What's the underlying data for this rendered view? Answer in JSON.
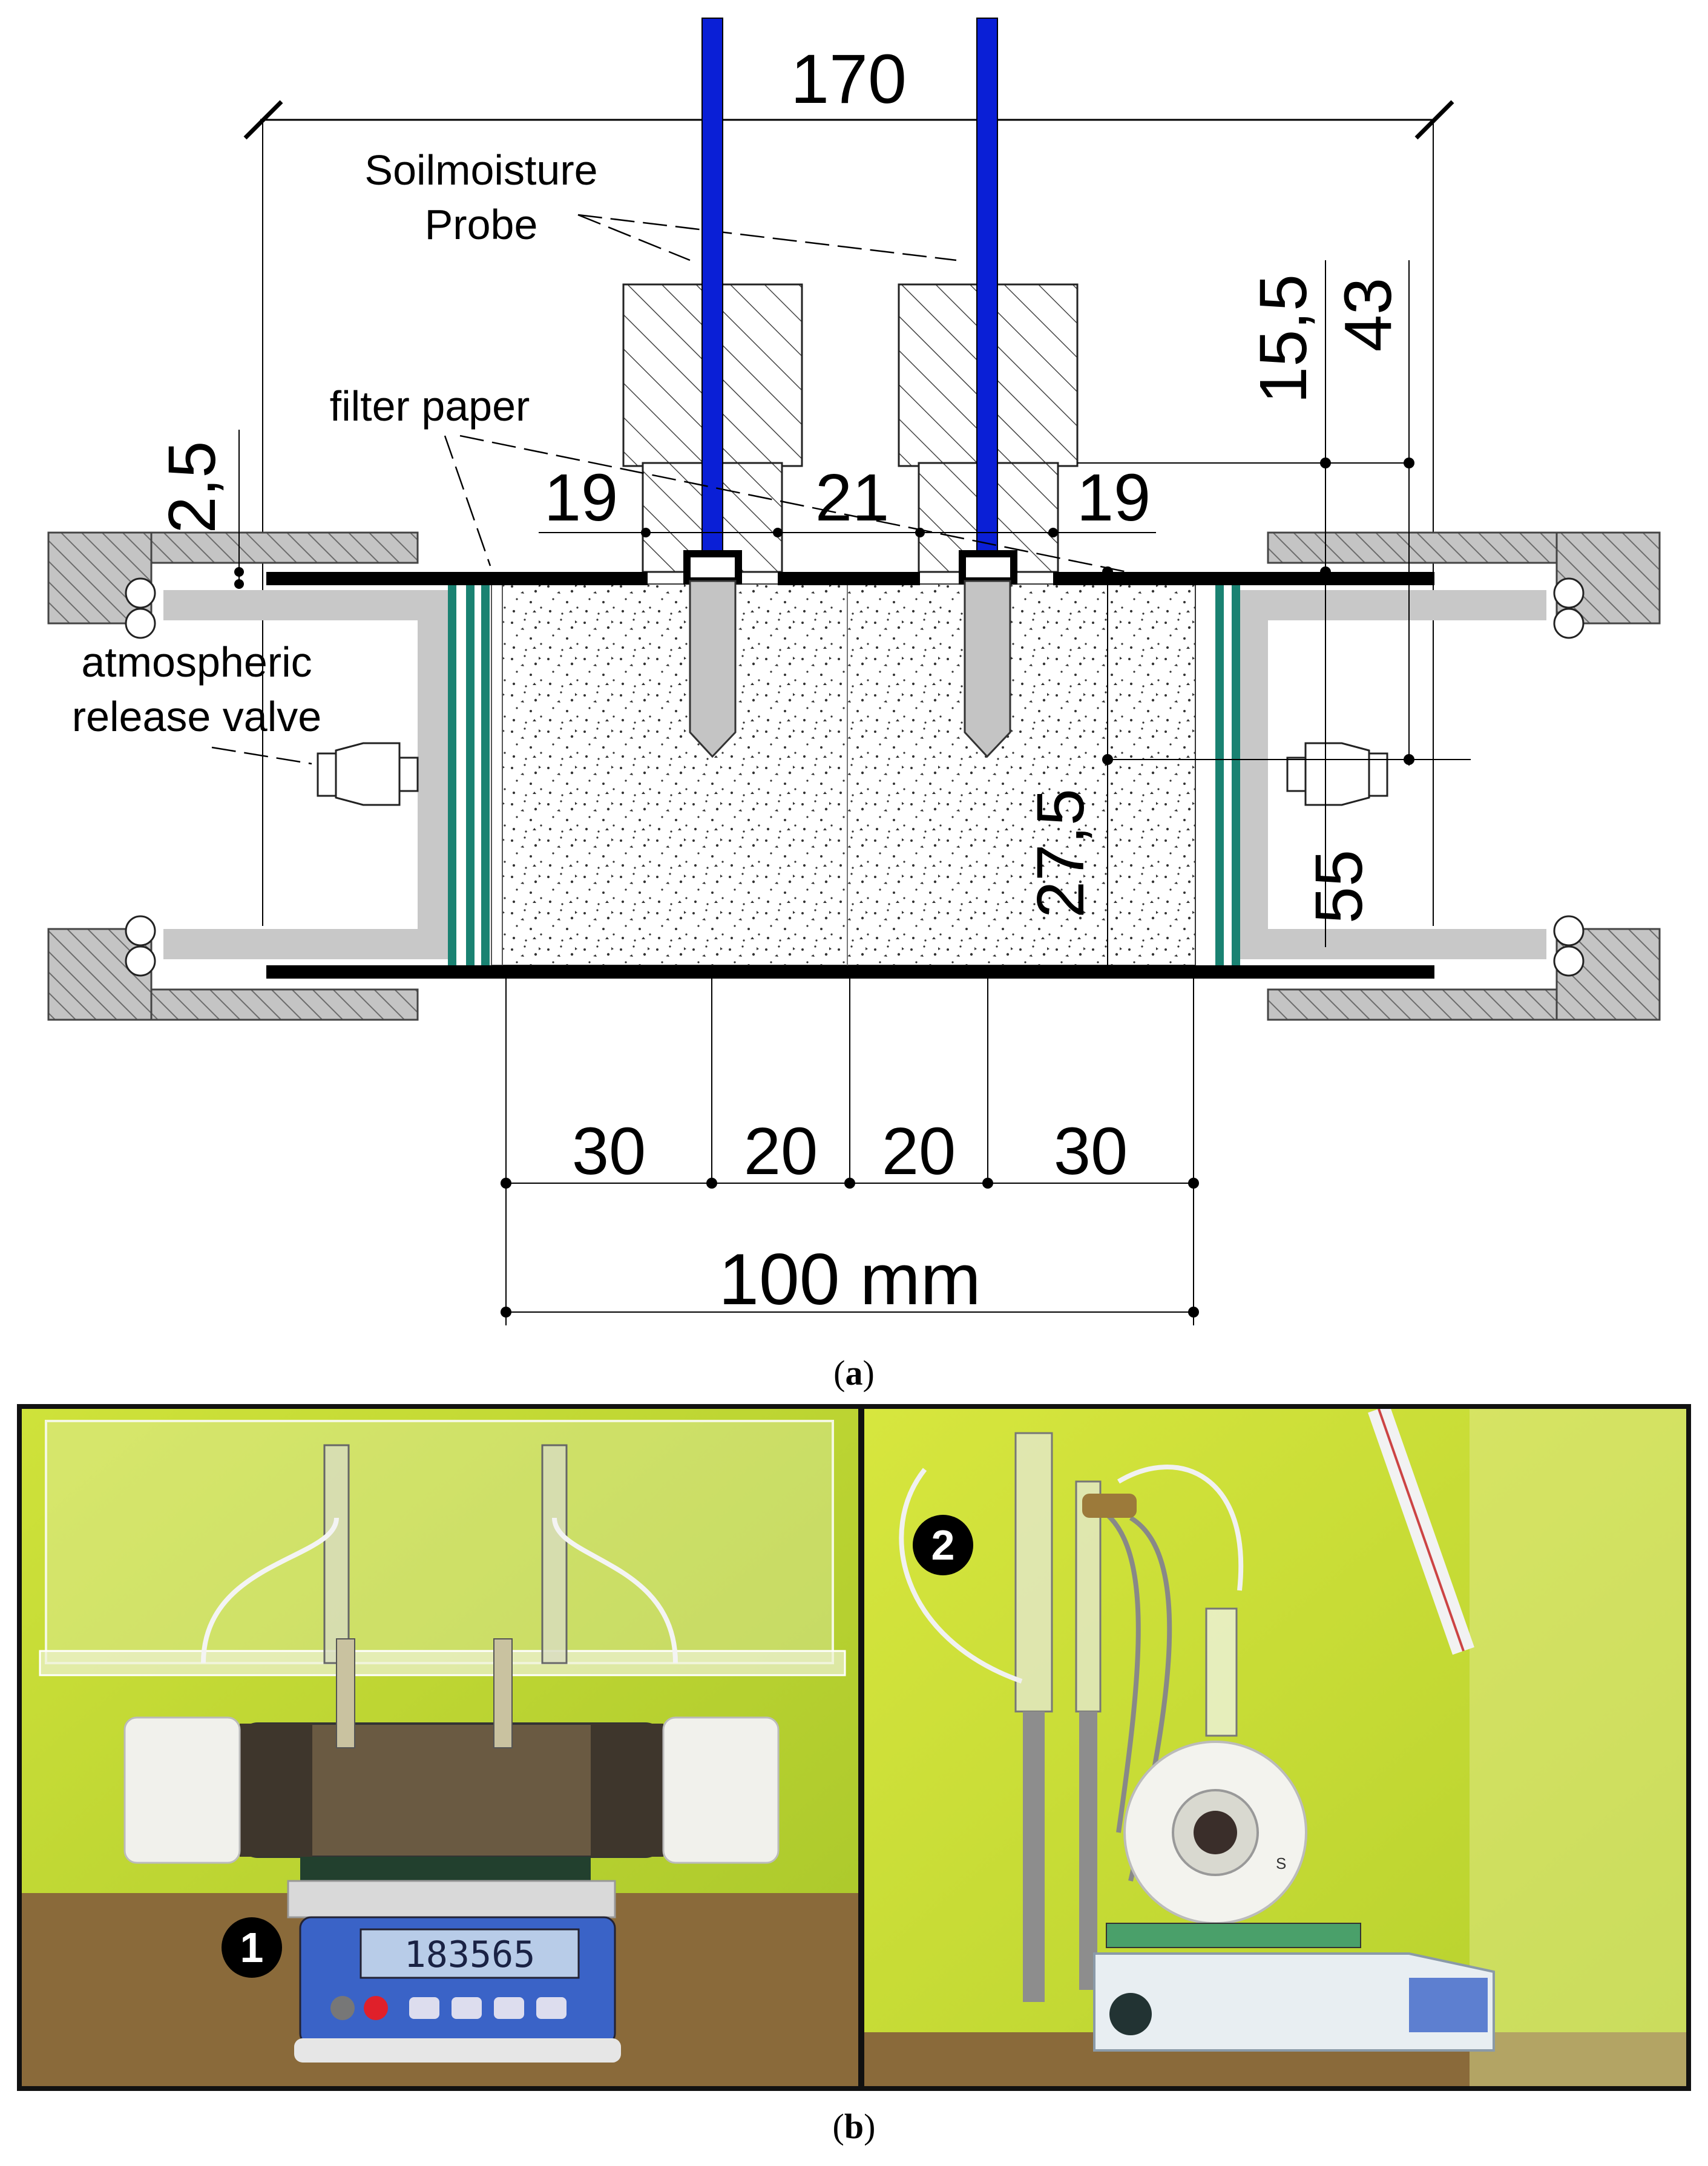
{
  "diagram": {
    "top_dimension": "170",
    "probe_label_line1": "Soilmoisture",
    "probe_label_line2": "Probe",
    "filter_label": "filter paper",
    "valve_label_line1": "atmospheric",
    "valve_label_line2": "release valve",
    "dim_left_gap": "2,5",
    "dim_probe_left": "19",
    "dim_probe_mid": "21",
    "dim_probe_right": "19",
    "dim_vert_top": "15,5",
    "dim_vert_full": "43",
    "dim_vert_probe": "27,5",
    "dim_vert_height": "55",
    "dim_bottom_1": "30",
    "dim_bottom_2": "20",
    "dim_bottom_3": "20",
    "dim_bottom_4": "30",
    "dim_total": "100 mm",
    "colors": {
      "probe": "#0a1fd6",
      "wall": "#1a8272",
      "tube": "#c8c8c8",
      "hatch": "#7a7a7a"
    }
  },
  "captions": {
    "a_letter": "a",
    "b_letter": "b"
  },
  "photos": {
    "scale_display": "183565",
    "marker_1": "1",
    "marker_2": "2",
    "cylinder_label": "S"
  }
}
